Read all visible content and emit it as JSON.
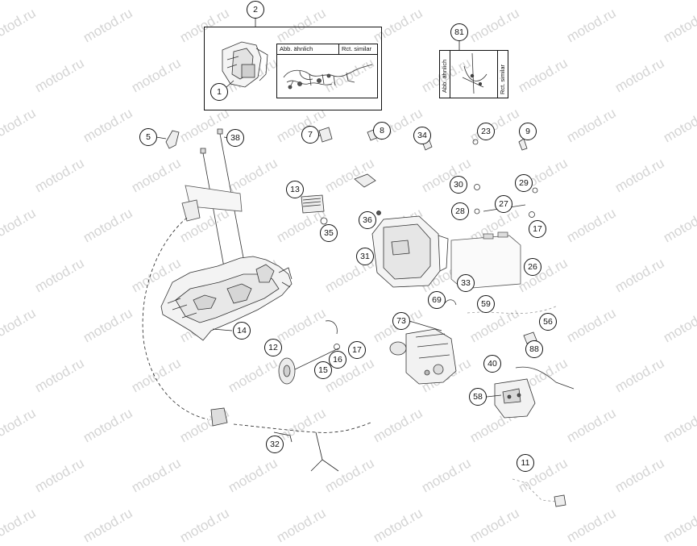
{
  "watermark": {
    "text": "motod.ru"
  },
  "callouts": [
    {
      "id": "c2",
      "label": "2"
    },
    {
      "id": "c1",
      "label": "1"
    },
    {
      "id": "c81",
      "label": "81"
    },
    {
      "id": "c5",
      "label": "5"
    },
    {
      "id": "c38",
      "label": "38"
    },
    {
      "id": "c7",
      "label": "7"
    },
    {
      "id": "c8",
      "label": "8"
    },
    {
      "id": "c34",
      "label": "34"
    },
    {
      "id": "c23",
      "label": "23"
    },
    {
      "id": "c9",
      "label": "9"
    },
    {
      "id": "c13",
      "label": "13"
    },
    {
      "id": "c30",
      "label": "30"
    },
    {
      "id": "c29",
      "label": "29"
    },
    {
      "id": "c36",
      "label": "36"
    },
    {
      "id": "c28",
      "label": "28"
    },
    {
      "id": "c27",
      "label": "27"
    },
    {
      "id": "c35",
      "label": "35"
    },
    {
      "id": "c17a",
      "label": "17"
    },
    {
      "id": "c31",
      "label": "31"
    },
    {
      "id": "c26",
      "label": "26"
    },
    {
      "id": "c33",
      "label": "33"
    },
    {
      "id": "c69",
      "label": "69"
    },
    {
      "id": "c59",
      "label": "59"
    },
    {
      "id": "c73",
      "label": "73"
    },
    {
      "id": "c56",
      "label": "56"
    },
    {
      "id": "c14",
      "label": "14"
    },
    {
      "id": "c12",
      "label": "12"
    },
    {
      "id": "c16",
      "label": "16"
    },
    {
      "id": "c17b",
      "label": "17"
    },
    {
      "id": "c88",
      "label": "88"
    },
    {
      "id": "c15",
      "label": "15"
    },
    {
      "id": "c40",
      "label": "40"
    },
    {
      "id": "c58",
      "label": "58"
    },
    {
      "id": "c32",
      "label": "32"
    },
    {
      "id": "c11",
      "label": "11"
    }
  ],
  "kit_boxes": {
    "harness_kit": {
      "label_de": "Abb. ähnlich",
      "label_en": "Rct. similar"
    },
    "harness_small": {
      "label_de": "Abb. ähnlich",
      "label_en": "Rct. similar"
    }
  }
}
